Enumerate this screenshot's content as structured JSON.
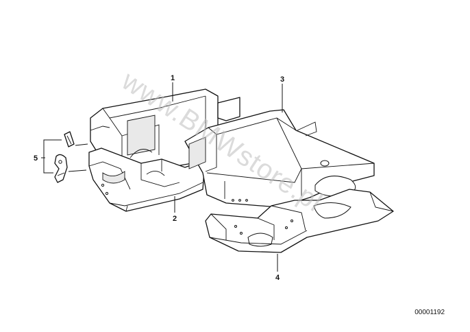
{
  "callouts": {
    "part_1": "1",
    "part_2": "2",
    "part_3": "3",
    "part_4": "4",
    "part_5": "5"
  },
  "watermark": "www.BMWstore.pl",
  "diagram_id": "00001192"
}
